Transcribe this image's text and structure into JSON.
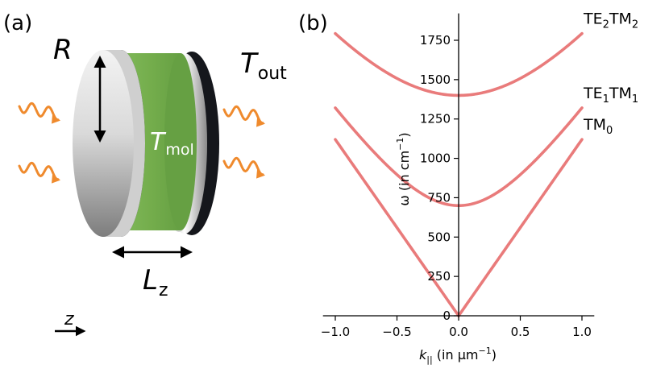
{
  "panel_a": {
    "label": "(a)",
    "radius_label": "R",
    "t_out_label": "T",
    "t_out_sub": "out",
    "t_mol_label": "T",
    "t_mol_sub": "mol",
    "lz_label": "L",
    "lz_sub": "z",
    "z_axis_label": "z",
    "colors": {
      "molecule": "#74ad4c",
      "wave": "#ef8a2d",
      "mirror_dark": "#111111"
    }
  },
  "panel_b": {
    "label": "(b)",
    "chart_data": {
      "type": "line",
      "xlabel": "k",
      "xlabel_sub": "||",
      "xlabel_unit": " (in μm",
      "xlabel_unit_sup": "−1",
      "xlabel_close": ")",
      "ylabel": "ω (in cm",
      "ylabel_sup": "−1",
      "ylabel_close": ")",
      "xlim": [
        -1.1,
        1.1
      ],
      "ylim": [
        0,
        1900
      ],
      "xticks": [
        -1.0,
        -0.5,
        0.0,
        0.5,
        1.0
      ],
      "xtick_labels": [
        "−1.0",
        "−0.5",
        "0.0",
        "0.5",
        "1.0"
      ],
      "yticks": [
        0,
        250,
        500,
        750,
        1000,
        1250,
        1500,
        1750
      ],
      "ytick_labels": [
        "0",
        "250",
        "500",
        "750",
        "1000",
        "1250",
        "1500",
        "1750"
      ],
      "grid": false,
      "line_color": "#e97b7b",
      "series": [
        {
          "label_main": "TE",
          "label_n1": "2",
          "label_mid": "TM",
          "label_n2": "2",
          "omega0": 1400,
          "slope": 1120
        },
        {
          "label_main": "TE",
          "label_n1": "1",
          "label_mid": "TM",
          "label_n2": "1",
          "omega0": 700,
          "slope": 1120
        },
        {
          "label_main": "TM",
          "label_n1": "0",
          "label_mid": "",
          "label_n2": "",
          "omega0": 0,
          "slope": 1120
        }
      ]
    }
  }
}
